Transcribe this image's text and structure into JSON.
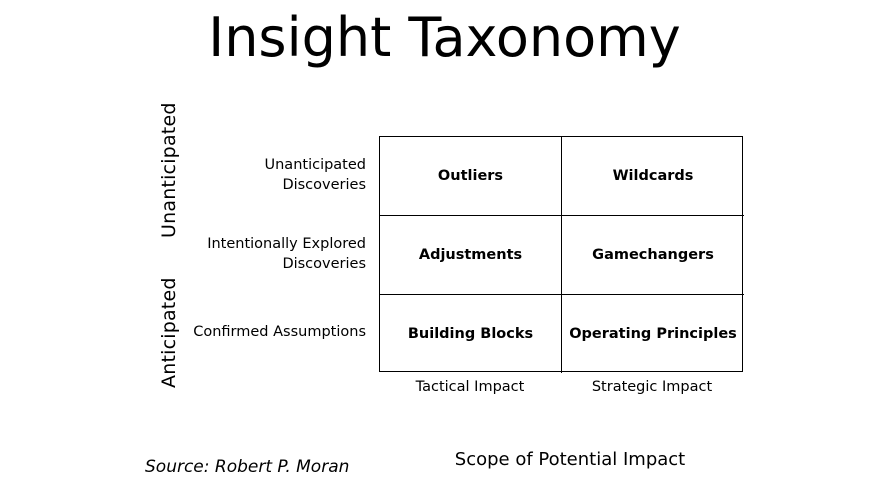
{
  "slide": {
    "title": "Insight Taxonomy",
    "background_color": "#ffffff",
    "text_color": "#000000",
    "border_color": "#000000"
  },
  "y_axis": {
    "bands": [
      {
        "label": "Unanticipated"
      },
      {
        "label": "Anticipated"
      }
    ]
  },
  "x_axis": {
    "title": "Scope of Potential Impact",
    "columns": [
      {
        "label": "Tactical Impact"
      },
      {
        "label": "Strategic Impact"
      }
    ]
  },
  "matrix": {
    "row_labels": [
      "Unanticipated Discoveries",
      "Intentionally Explored Discoveries",
      "Confirmed Assumptions"
    ],
    "rows": [
      {
        "cells": [
          "Outliers",
          "Wildcards"
        ]
      },
      {
        "cells": [
          "Adjustments",
          "Gamechangers"
        ]
      },
      {
        "cells": [
          "Building Blocks",
          "Operating Principles"
        ]
      }
    ]
  },
  "footer": {
    "source": "Source: Robert P. Moran"
  },
  "chart_data": {
    "type": "table",
    "title": "Insight Taxonomy",
    "xlabel": "Scope of Potential Impact",
    "ylabel": "",
    "categories": [
      "Tactical Impact",
      "Strategic Impact"
    ],
    "row_categories": [
      "Unanticipated Discoveries",
      "Intentionally Explored Discoveries",
      "Confirmed Assumptions"
    ],
    "y_bands": [
      "Unanticipated",
      "Anticipated"
    ],
    "values": [
      [
        "Outliers",
        "Wildcards"
      ],
      [
        "Adjustments",
        "Gamechangers"
      ],
      [
        "Building Blocks",
        "Operating Principles"
      ]
    ],
    "grid": true,
    "legend": "none",
    "annotations": [
      "Source: Robert P. Moran"
    ]
  }
}
